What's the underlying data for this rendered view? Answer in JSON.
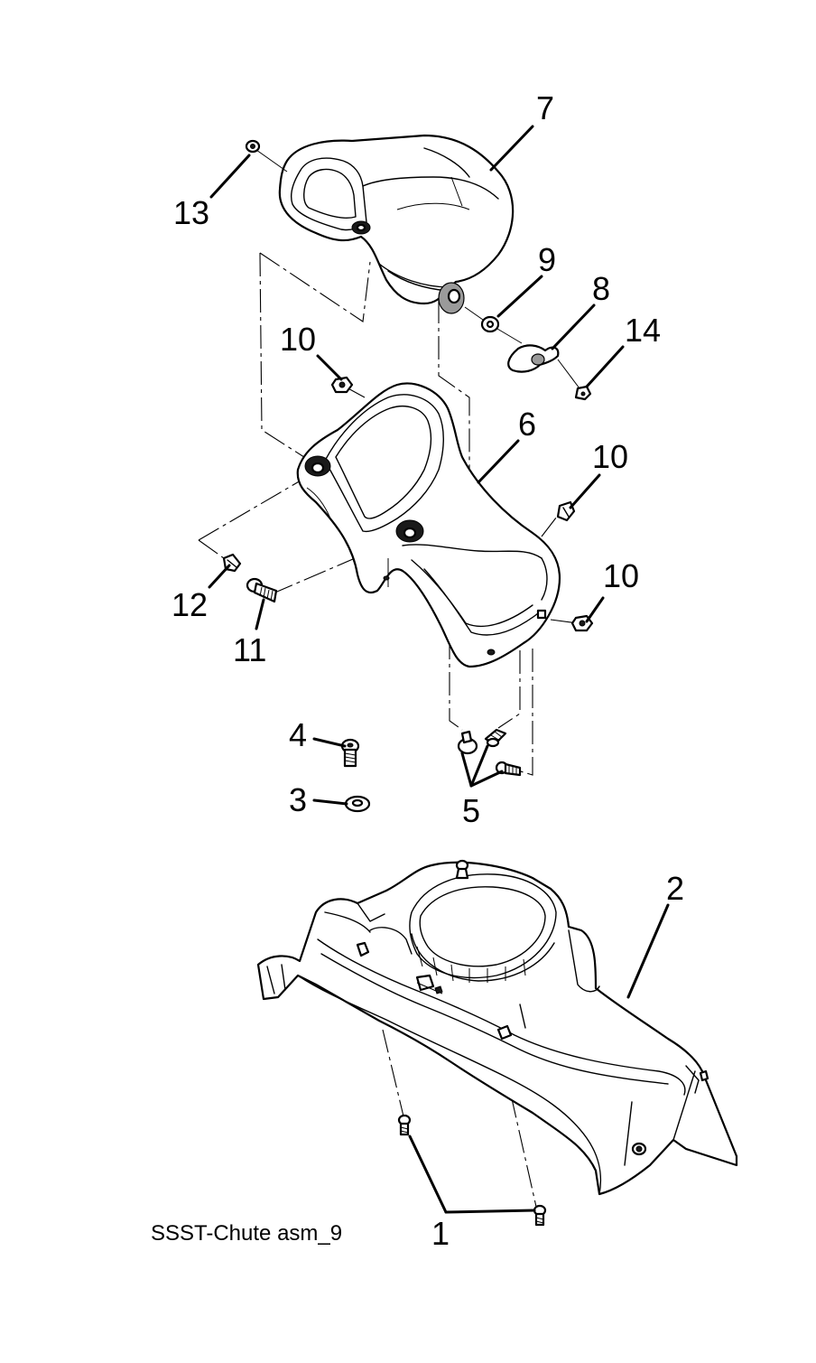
{
  "caption": "SSST-Chute asm_9",
  "callouts": {
    "c1": "1",
    "c2": "2",
    "c3": "3",
    "c4": "4",
    "c5": "5",
    "c6": "6",
    "c7": "7",
    "c8": "8",
    "c9": "9",
    "c10a": "10",
    "c10b": "10",
    "c10c": "10",
    "c11": "11",
    "c12": "12",
    "c13": "13",
    "c14": "14"
  }
}
